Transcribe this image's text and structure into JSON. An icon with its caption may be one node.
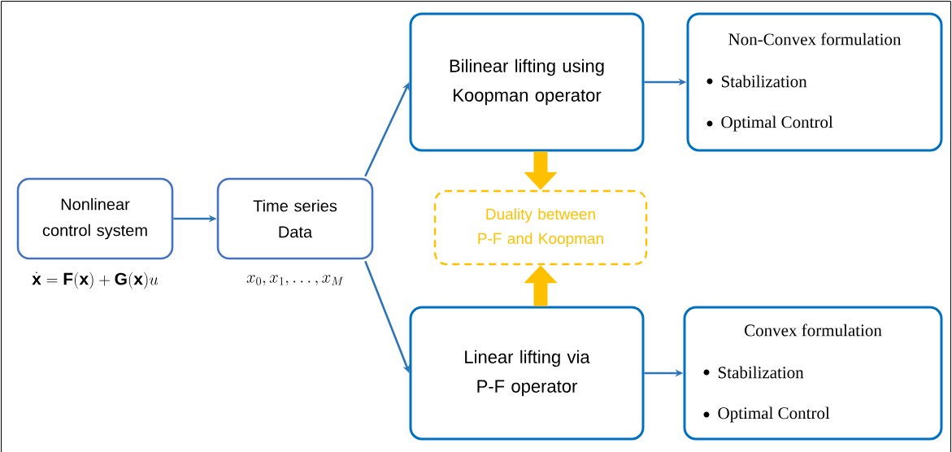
{
  "diagram": {
    "nodes": [
      {
        "text": [
          "Nonlinear control system"
        ],
        "beside": [
          "\\dot{\\mathbf{x}}=\\mathbf{F}(\\mathbf{x})+\\mathbf{G}(\\mathbf{x})u"
        ]
      },
      {
        "text": [
          "Time series Data"
        ],
        "beside": [
          "x_0,x_1,\\ldots,x_M"
        ]
      },
      {
        "text": [
          "Bilinear lifting using Koopman operator"
        ]
      },
      {
        "text": [
          "Non-Convex formulation",
          "Stabilization",
          "Optimal Control"
        ]
      },
      {
        "text": [
          "Duality between P-F and Koopman"
        ]
      },
      {
        "text": [
          "Linear lifting via P-F operator"
        ]
      },
      {
        "text": [
          "Convex formulation",
          "Stabilization",
          "Optimal Control"
        ]
      }
    ],
    "edges": [
      {
        "from": 0,
        "to": 1,
        "arrow": "to"
      },
      {
        "from": 1,
        "to": 2,
        "arrow": "to"
      },
      {
        "from": 1,
        "to": 5,
        "arrow": "to"
      },
      {
        "from": 2,
        "to": 3,
        "arrow": "to"
      },
      {
        "from": 5,
        "to": 6,
        "arrow": "to"
      },
      {
        "from": 2,
        "to": 4,
        "arrow": "to",
        "style": "thick",
        "color": "#ffc000"
      },
      {
        "from": 5,
        "to": 4,
        "arrow": "to",
        "style": "thick",
        "color": "#ffc000"
      }
    ]
  }
}
